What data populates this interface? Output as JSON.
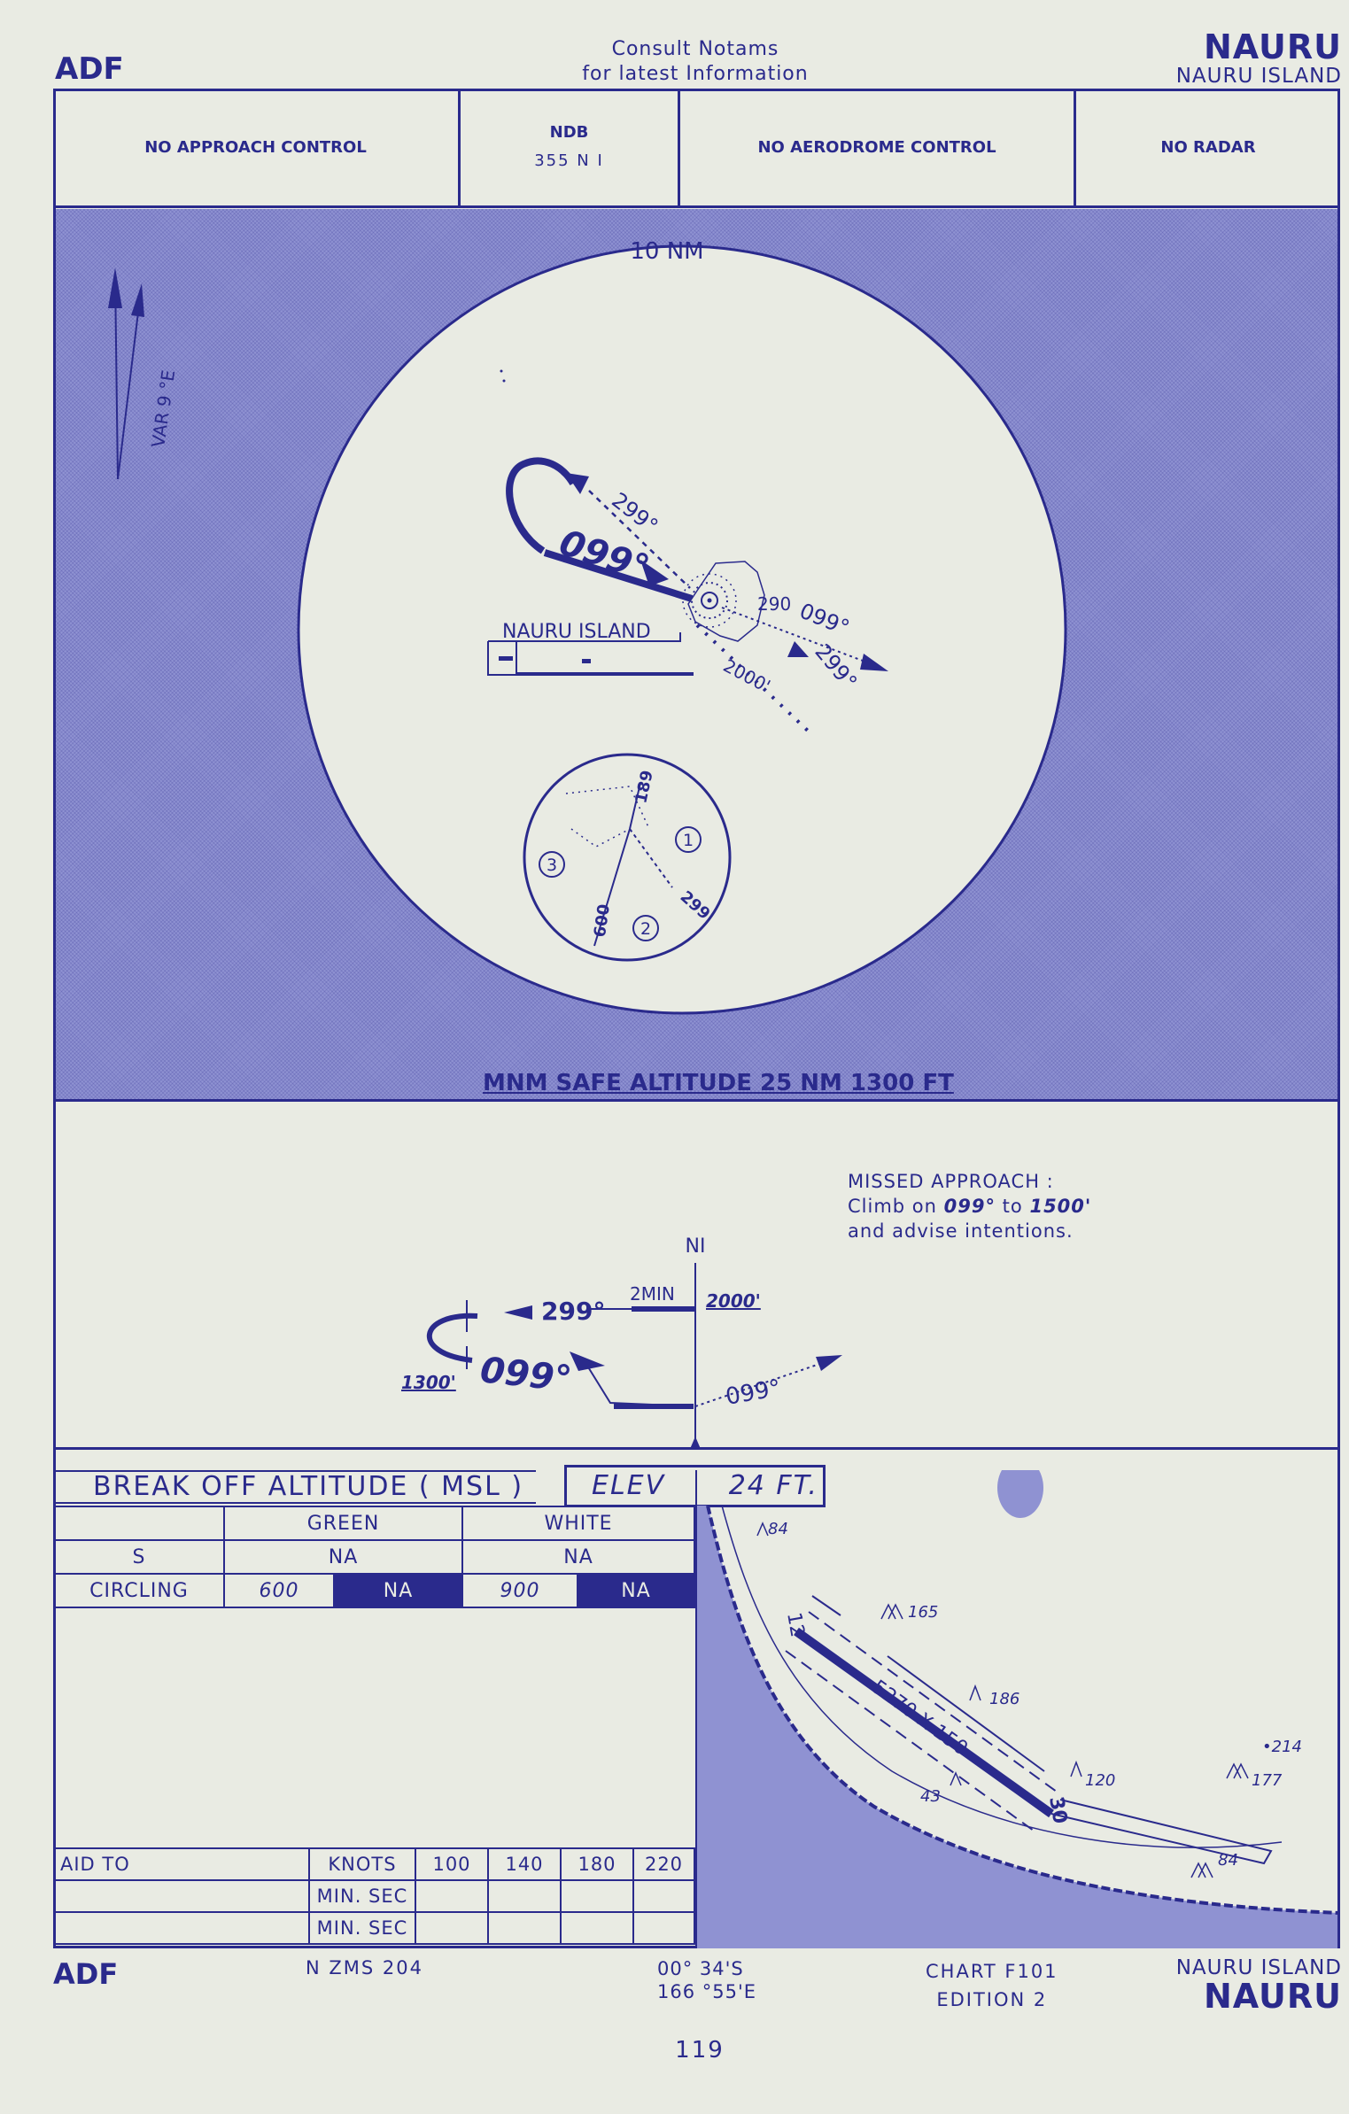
{
  "header": {
    "left_code": "ADF",
    "notice_line1": "Consult  Notams",
    "notice_line2": "for  latest  Information",
    "station_big": "NAURU",
    "station_small": "NAURU  ISLAND"
  },
  "info_row": {
    "approach": "NO APPROACH CONTROL",
    "ndb_label": "NDB",
    "ndb_freq": "355  N I",
    "aerodrome": "NO AERODROME CONTROL",
    "radar": "NO RADAR"
  },
  "plan_view": {
    "range_ring": "10 NM",
    "variation": "VAR  9 °E",
    "island_label": "NAURU  ISLAND",
    "outbound_bearing": "299°",
    "inbound_bearing": "099°",
    "ndb_elev": "290",
    "missed_bearing": "099°",
    "return_bearing": "299°",
    "altitude": "2000'",
    "sector_bearings": [
      "189",
      "299",
      "009"
    ],
    "sector_numbers": [
      "1",
      "2",
      "3"
    ],
    "msa": "MNM SAFE ALTITUDE 25 NM  1300 FT"
  },
  "profile": {
    "missed_title": "MISSED  APPROACH :",
    "missed_line2_pre": "Climb  on",
    "missed_bearing": "099°",
    "missed_to": "to",
    "missed_alt": "1500'",
    "missed_line3": "and advise  intentions.",
    "fix": "NI",
    "outbound": "299°",
    "time": "2MIN",
    "alt_high": "2000'",
    "inbound": "099°",
    "alt_low": "1300'",
    "missed_track": "099°"
  },
  "break_off": {
    "title": "BREAK  OFF  ALTITUDE  ( MSL )",
    "elev_label": "ELEV",
    "elev_value": "24  FT.",
    "col_green": "GREEN",
    "col_white": "WHITE",
    "row_s": "S",
    "s_green": "NA",
    "s_white": "NA",
    "row_circling": "CIRCLING",
    "c_green_val": "600",
    "c_green_na": "NA",
    "c_white_val": "900",
    "c_white_na": "NA"
  },
  "aerodrome_map": {
    "elevations": [
      "84",
      "165",
      "186",
      "120",
      "177",
      "•214",
      "43",
      "84"
    ],
    "rwy_end_a": "12",
    "rwy_end_b": "30",
    "runway_dims": "5270 X 150"
  },
  "speed_table": {
    "aid_to": "AID TO",
    "knots": "KNOTS",
    "speeds": [
      "100",
      "140",
      "180",
      "220"
    ],
    "min_sec": "MIN. SEC"
  },
  "footer": {
    "left_code": "ADF",
    "series": "N ZMS  204",
    "lat": "00° 34'S",
    "lon": "166 °55'E",
    "chart": "CHART  F101",
    "edition": "EDITION  2",
    "station_small": "NAURU  ISLAND",
    "station_big": "NAURU",
    "page": "119"
  },
  "colors": {
    "ink": "#2a2a8c",
    "paper": "#e9ebe3",
    "shade": "#8f92d2"
  }
}
